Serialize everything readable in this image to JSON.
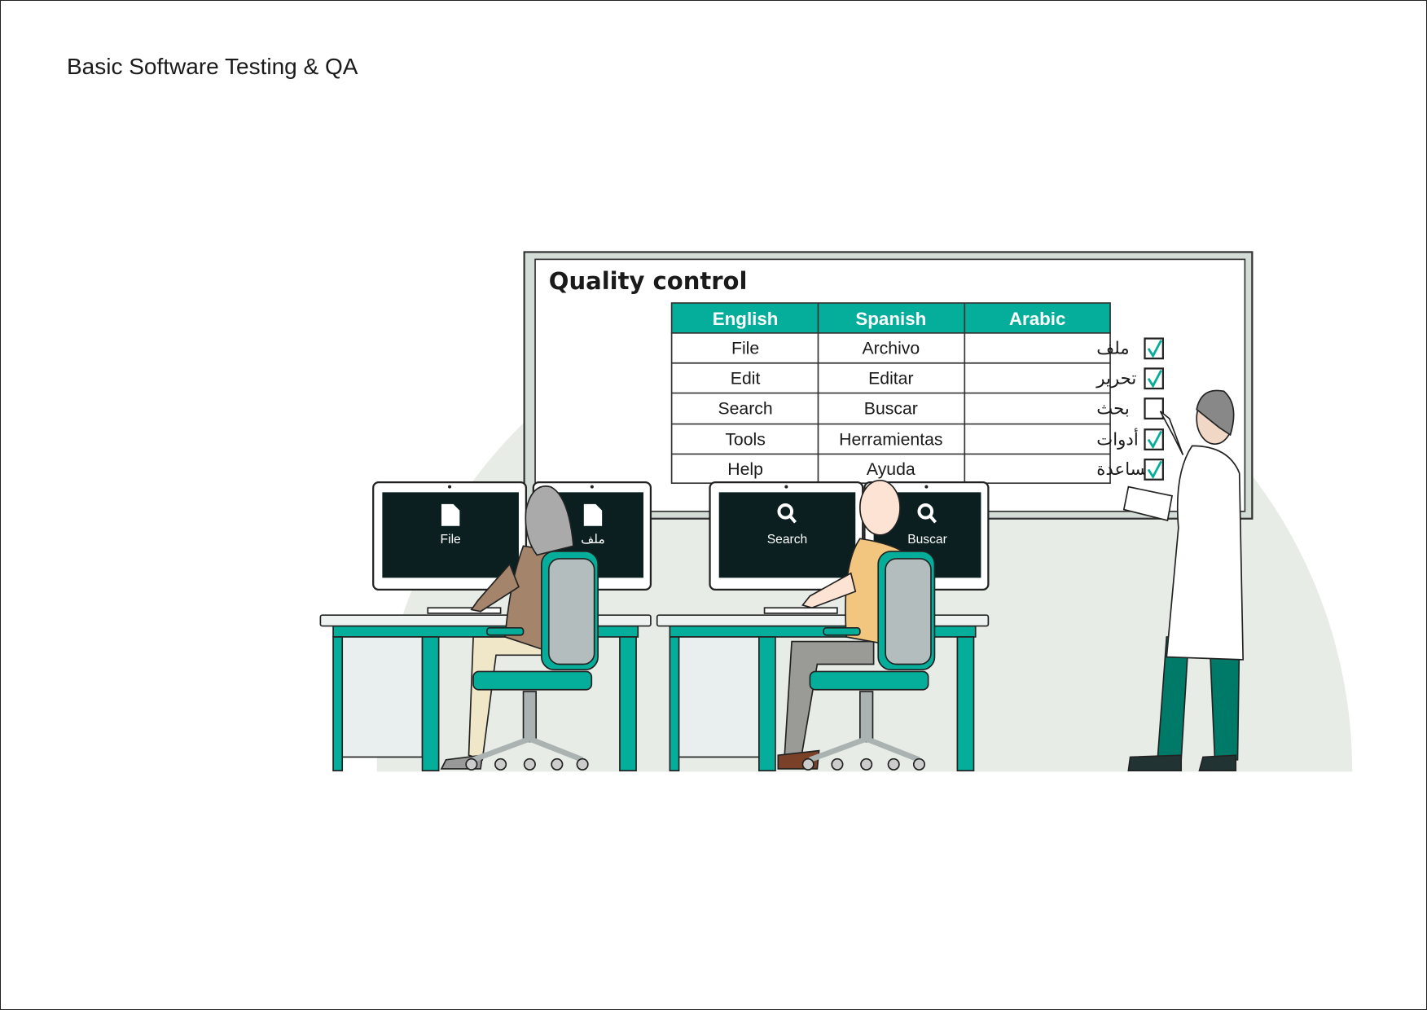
{
  "page": {
    "title": "Basic Software Testing & QA"
  },
  "board": {
    "title": "Quality control",
    "headers": [
      "English",
      "Spanish",
      "Arabic"
    ],
    "rows": [
      {
        "english": "File",
        "spanish": "Archivo",
        "arabic": "ملف",
        "checked": true
      },
      {
        "english": "Edit",
        "spanish": "Editar",
        "arabic": "تحرير",
        "checked": true
      },
      {
        "english": "Search",
        "spanish": "Buscar",
        "arabic": "بحث",
        "checked": false
      },
      {
        "english": "Tools",
        "spanish": "Herramientas",
        "arabic": "أدوات",
        "checked": true
      },
      {
        "english": "Help",
        "spanish": "Ayuda",
        "arabic": "مُساعدة",
        "checked": true
      }
    ]
  },
  "monitors": [
    {
      "icon": "file-icon",
      "label": "File"
    },
    {
      "icon": "file-icon",
      "label": "ملف"
    },
    {
      "icon": "search-icon",
      "label": "Search"
    },
    {
      "icon": "search-icon",
      "label": "Buscar"
    }
  ],
  "colors": {
    "teal": "#05ae9a",
    "dark_teal": "#007a68",
    "screen": "#0b1f20",
    "backdrop": "#e8ece6"
  }
}
